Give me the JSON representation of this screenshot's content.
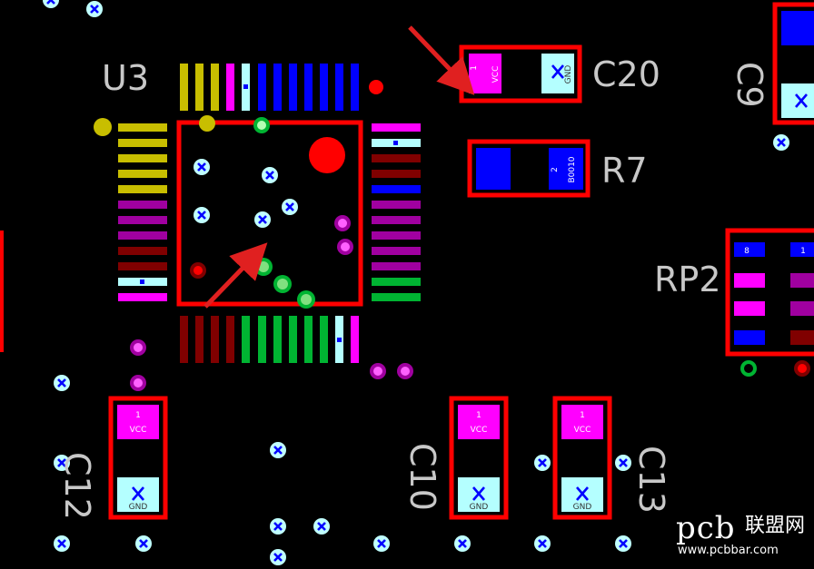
{
  "designators": {
    "u3": "U3",
    "c20": "C20",
    "r7": "R7",
    "c9": "C9",
    "rp2": "RP2",
    "c12": "C12",
    "c10": "C10",
    "c13": "C13"
  },
  "pad_labels": {
    "pin1": "1",
    "pin2": "2",
    "pin8": "8",
    "vcc": "VCC",
    "gnd": "GND",
    "net_r7": "B0010"
  },
  "watermark": {
    "brand": "pcb",
    "cn": "联盟网",
    "url": "www.pcbbar.com"
  },
  "colors": {
    "background": "#000000",
    "outline": "#ff0000",
    "yellow": "#c8be00",
    "blue": "#0000ff",
    "magenta": "#ff00ff",
    "purple": "#a000a0",
    "dark_red": "#800000",
    "green": "#00b432",
    "cyan": "#b4ffff",
    "via": "#c0ffff",
    "arrow": "#e02020"
  },
  "icons": [
    "via-icon",
    "arrow-icon"
  ]
}
